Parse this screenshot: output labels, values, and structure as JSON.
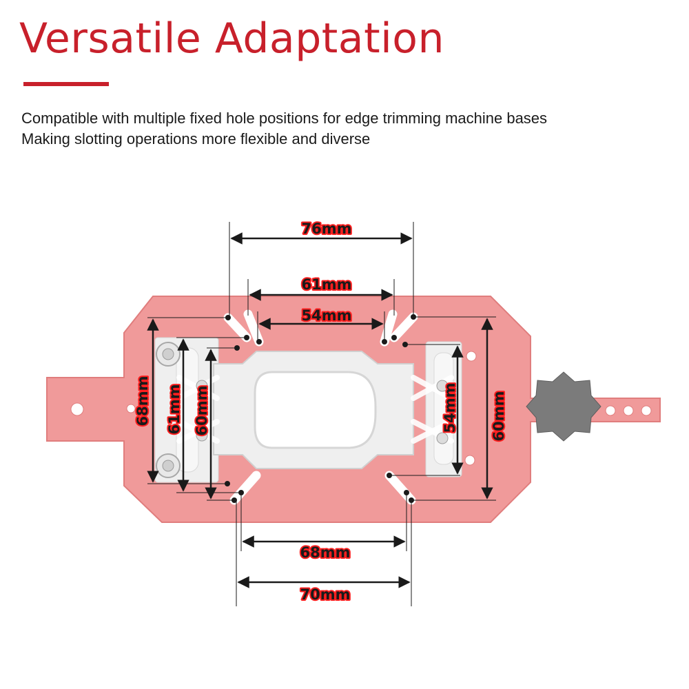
{
  "header": {
    "title": "Versatile Adaptation",
    "subtitle_lines": [
      "Compatible with multiple fixed hole positions for edge trimming machine bases",
      "Making slotting operations more flexible and diverse"
    ]
  },
  "colors": {
    "accent": "#c8202b",
    "plate": "#f09a9a",
    "plate_edge": "#e07d7d",
    "insert": "#efefef",
    "knob": "#7b7b7b",
    "dimension_line": "#1a1a1a",
    "label_outline": "#ff1f1f"
  },
  "dimensions": {
    "horizontal_top": [
      "76mm",
      "61mm",
      "54mm"
    ],
    "horizontal_bottom": [
      "68mm",
      "70mm"
    ],
    "vertical_left": [
      "68mm",
      "61mm",
      "60mm"
    ],
    "vertical_right": [
      "54mm",
      "60mm"
    ]
  },
  "icons": {
    "knob": "star-knob-icon",
    "screw": "screw-head-icon"
  }
}
